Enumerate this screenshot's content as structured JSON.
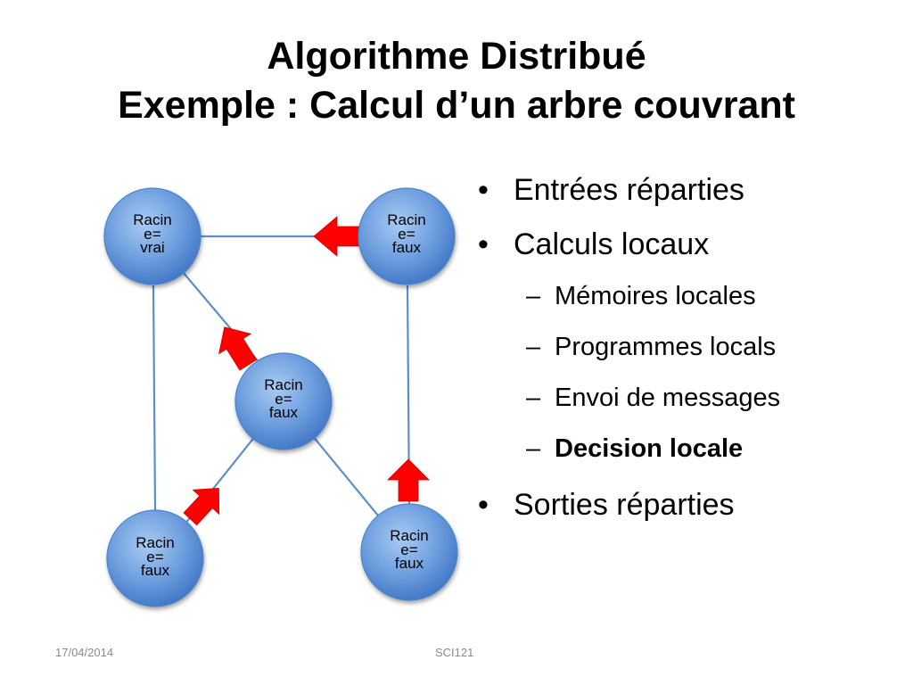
{
  "title": {
    "line1": "Algorithme Distribué",
    "line2": "Exemple : Calcul d’un arbre couvrant"
  },
  "diagram": {
    "colors": {
      "node": "#5b8fd6",
      "edge": "#5b8fc9",
      "arrow": "#ff0000"
    },
    "nodes": [
      {
        "id": "top-left",
        "line1": "Racin",
        "line2": "e=",
        "line3": "vrai"
      },
      {
        "id": "top-right",
        "line1": "Racin",
        "line2": "e=",
        "line3": "faux"
      },
      {
        "id": "center",
        "line1": "Racin",
        "line2": "e=",
        "line3": "faux"
      },
      {
        "id": "bottom-left",
        "line1": "Racin",
        "line2": "e=",
        "line3": "faux"
      },
      {
        "id": "bottom-right",
        "line1": "Racin",
        "line2": "e=",
        "line3": "faux"
      }
    ],
    "edges": [
      {
        "from": "top-left",
        "to": "top-right"
      },
      {
        "from": "top-left",
        "to": "bottom-left"
      },
      {
        "from": "top-left",
        "to": "center"
      },
      {
        "from": "top-right",
        "to": "bottom-right"
      },
      {
        "from": "center",
        "to": "bottom-left"
      },
      {
        "from": "center",
        "to": "bottom-right"
      }
    ],
    "arrows": [
      {
        "from": "top-right",
        "to": "top-left"
      },
      {
        "from": "center",
        "to": "top-left"
      },
      {
        "from": "bottom-left",
        "to": "center"
      },
      {
        "from": "bottom-right",
        "to": "top-right"
      }
    ]
  },
  "bullets": {
    "item1": "Entrées réparties",
    "item2": "Calculs locaux",
    "sub1": "Mémoires locales",
    "sub2": "Programmes locals",
    "sub3": "Envoi de messages",
    "sub4": "Decision locale",
    "item3": "Sorties réparties",
    "bullet_glyph": "•",
    "dash_glyph": "–"
  },
  "footer": {
    "date": "17/04/2014",
    "course": "SCI121"
  }
}
